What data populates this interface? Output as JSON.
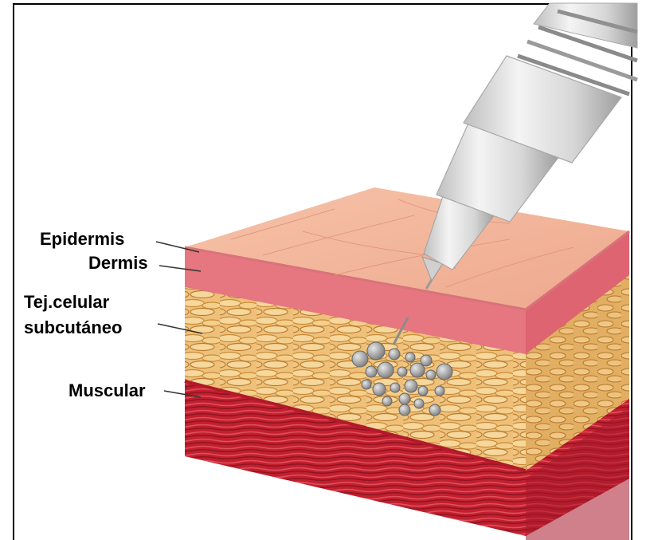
{
  "labels": {
    "epidermis": "Epidermis",
    "dermis": "Dermis",
    "subcutaneous_line1": "Tej.celular",
    "subcutaneous_line2": "subcutáneo",
    "muscular": "Muscular"
  },
  "colors": {
    "epidermis_top": "#f2b49a",
    "dermis": "#e8707a",
    "fat": "#e8b86a",
    "fat_dark": "#c98b3a",
    "muscle": "#c02030",
    "muscle_dark": "#8e1422",
    "syringe": "#d8d8d8",
    "injected_drug": "#9a9a9a",
    "frame": "#000000"
  },
  "icons": {
    "syringe": "syringe-icon",
    "drug_deposit": "injected-drug-deposit"
  }
}
